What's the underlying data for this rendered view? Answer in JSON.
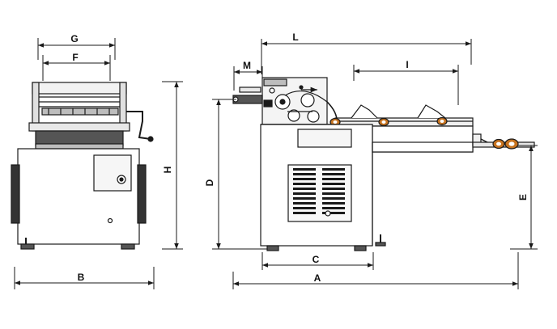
{
  "dimensions": {
    "A": "A",
    "B": "B",
    "C": "C",
    "D": "D",
    "E": "E",
    "F": "F",
    "G": "G",
    "H": "H",
    "I": "I",
    "L": "L",
    "M": "M"
  },
  "colors": {
    "line": "#1a1a1a",
    "fill_light": "#e8e8e8",
    "fill_mid": "#bdbdbd",
    "fill_dark": "#555555",
    "dough": "#c7731f"
  }
}
